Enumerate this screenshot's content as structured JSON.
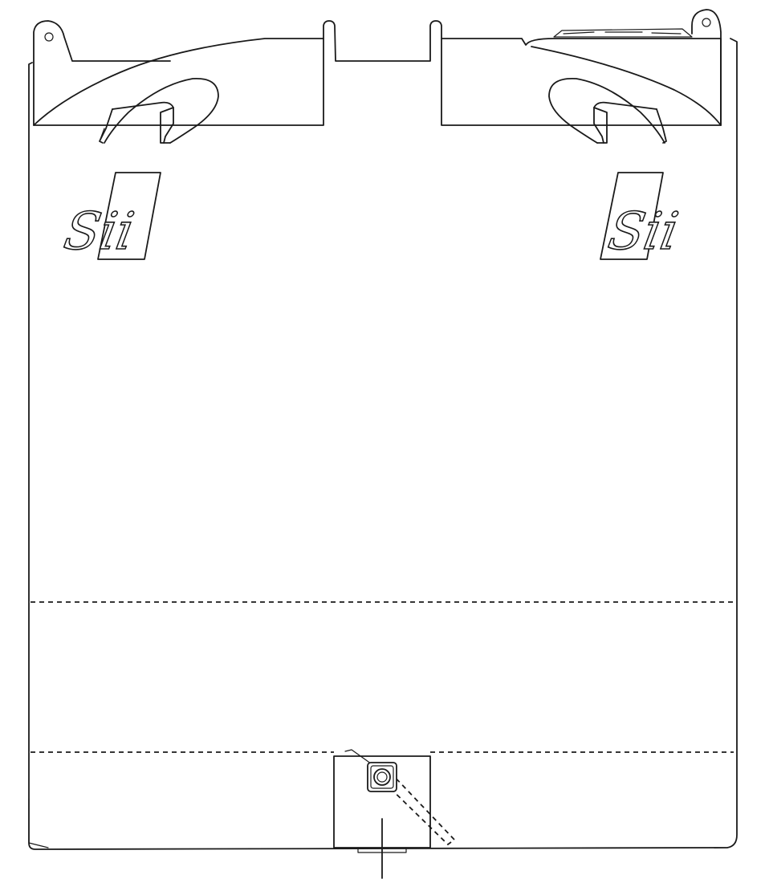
{
  "drawing": {
    "subject": "tank-front-elevation",
    "stroke_color": "#1a1a1a",
    "background_color": "#ffffff",
    "logos": [
      {
        "text": "Sii"
      },
      {
        "text": "Sii"
      }
    ]
  }
}
